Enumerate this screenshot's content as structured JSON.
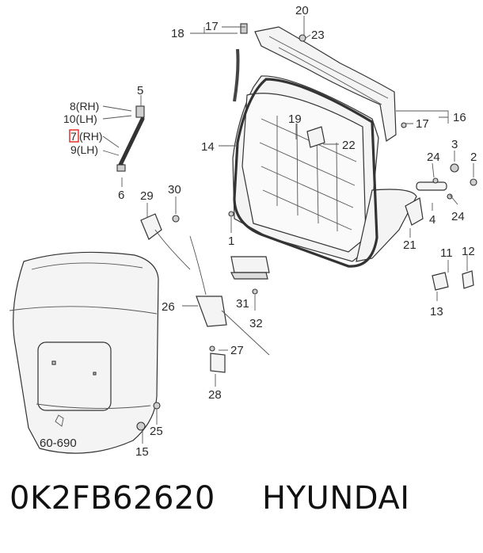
{
  "diagram": {
    "callouts": [
      {
        "id": "c20",
        "text": "20"
      },
      {
        "id": "c23",
        "text": "23"
      },
      {
        "id": "c17a",
        "text": "17"
      },
      {
        "id": "c18",
        "text": "18"
      },
      {
        "id": "c5",
        "text": "5"
      },
      {
        "id": "c8",
        "text": "8(RH)"
      },
      {
        "id": "c10",
        "text": "10(LH)"
      },
      {
        "id": "c7",
        "text": "7"
      },
      {
        "id": "c7rh",
        "text": "(RH)"
      },
      {
        "id": "c9",
        "text": "9(LH)"
      },
      {
        "id": "c6",
        "text": "6"
      },
      {
        "id": "c19",
        "text": "19"
      },
      {
        "id": "c22",
        "text": "22"
      },
      {
        "id": "c14",
        "text": "14"
      },
      {
        "id": "c17b",
        "text": "17"
      },
      {
        "id": "c16",
        "text": "16"
      },
      {
        "id": "c3",
        "text": "3"
      },
      {
        "id": "c2",
        "text": "2"
      },
      {
        "id": "c24a",
        "text": "24"
      },
      {
        "id": "c24b",
        "text": "24"
      },
      {
        "id": "c4",
        "text": "4"
      },
      {
        "id": "c21",
        "text": "21"
      },
      {
        "id": "c29",
        "text": "29"
      },
      {
        "id": "c30",
        "text": "30"
      },
      {
        "id": "c1",
        "text": "1"
      },
      {
        "id": "c11",
        "text": "11"
      },
      {
        "id": "c12",
        "text": "12"
      },
      {
        "id": "c13",
        "text": "13"
      },
      {
        "id": "c26",
        "text": "26"
      },
      {
        "id": "c31",
        "text": "31"
      },
      {
        "id": "c32",
        "text": "32"
      },
      {
        "id": "c27",
        "text": "27"
      },
      {
        "id": "c28",
        "text": "28"
      },
      {
        "id": "c25",
        "text": "25"
      },
      {
        "id": "c15",
        "text": "15"
      },
      {
        "id": "c60",
        "text": "60-690"
      }
    ]
  },
  "footer": {
    "part_number": "0K2FB62620",
    "brand": "HYUNDAI"
  },
  "colors": {
    "highlight": "#e2241b",
    "line": "#333333",
    "text": "#111111"
  }
}
